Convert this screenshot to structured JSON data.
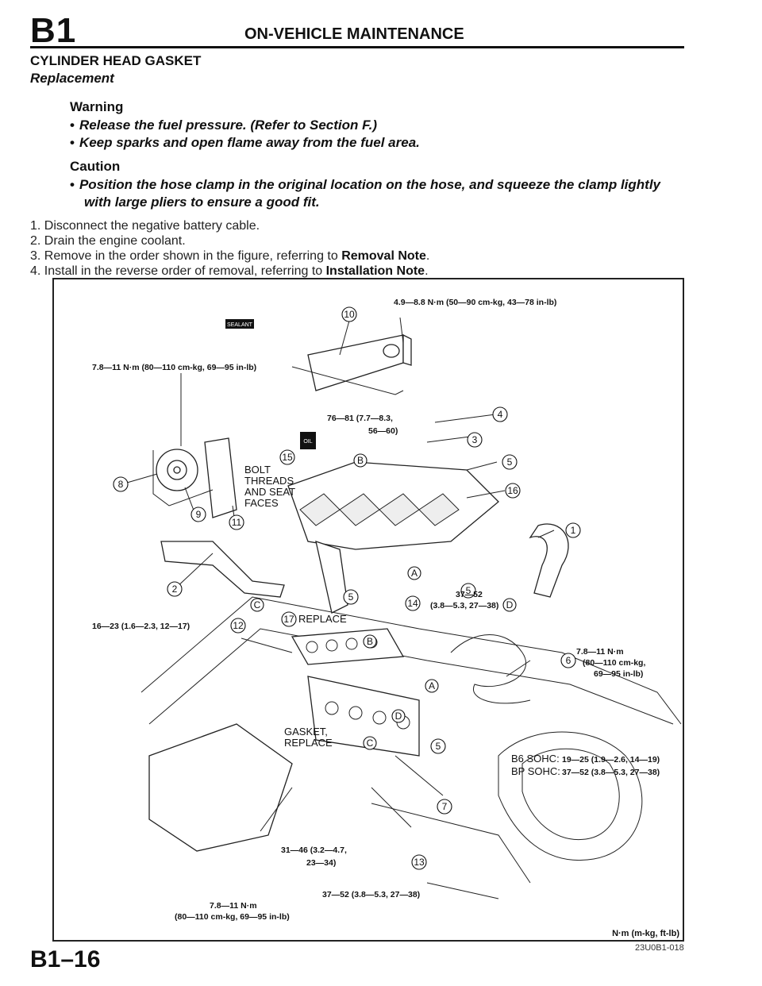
{
  "header": {
    "section_code": "B1",
    "section_title": "ON-VEHICLE MAINTENANCE"
  },
  "heading": "CYLINDER HEAD GASKET",
  "subheading": "Replacement",
  "warning": {
    "label": "Warning",
    "items": [
      "Release the fuel pressure. (Refer to Section F.)",
      "Keep sparks and open flame away from the fuel area."
    ]
  },
  "caution": {
    "label": "Caution",
    "line1": "Position the hose clamp in the original location on the hose, and squeeze the clamp lightly",
    "line2": "with large pliers to ensure a good fit."
  },
  "steps": [
    {
      "text": "1. Disconnect the negative battery cable.",
      "bold": ""
    },
    {
      "text": "2. Drain the engine coolant.",
      "bold": ""
    },
    {
      "text": "3. Remove in the order shown in the figure, referring to ",
      "bold": "Removal Note"
    },
    {
      "text": "4. Install in the reverse order of removal, referring to ",
      "bold": "Installation Note"
    }
  ],
  "figure": {
    "torque_top": "4.9—8.8 N·m (50—90 cm-kg, 43—78 in-lb)",
    "torque_left": "7.8—11 N·m (80—110 cm-kg, 69—95 in-lb)",
    "torque_76_a": "76—81 (7.7—8.3,",
    "torque_76_b": "56—60)",
    "torque_16": "16—23 (1.6—2.3, 12—17)",
    "torque_37_a": "37—52",
    "torque_37_b": "(3.8—5.3, 27—38)",
    "torque_right_a": "7.8—11 N·m",
    "torque_right_b": "(80—110 cm-kg,",
    "torque_right_c": "69—95 in-lb)",
    "b6_label": "B6 SOHC:",
    "b6_value": "19—25 (1.9—2.6, 14—19)",
    "bp_label": "BP SOHC:",
    "bp_value": "37—52 (3.8—5.3, 27—38)",
    "torque_31_a": "31—46 (3.2—4.7,",
    "torque_31_b": "23—34)",
    "torque_37_bottom": "37—52 (3.8—5.3, 27—38)",
    "torque_bottom_a": "7.8—11 N·m",
    "torque_bottom_b": "(80—110 cm-kg, 69—95 in-lb)",
    "bolt_1": "BOLT",
    "bolt_2": "THREADS",
    "bolt_3": "AND SEAT",
    "bolt_4": "FACES",
    "replace_17": "REPLACE",
    "gasket_1": "GASKET,",
    "gasket_2": "REPLACE",
    "sealant": "SEALANT",
    "oil": "OIL",
    "callouts": [
      "1",
      "2",
      "3",
      "4",
      "5",
      "6",
      "7",
      "8",
      "9",
      "10",
      "11",
      "12",
      "13",
      "14",
      "15",
      "16",
      "17"
    ],
    "letters": [
      "A",
      "B",
      "C",
      "D"
    ],
    "units": "N·m (m-kg, ft-lb)"
  },
  "figure_id": "23U0B1-018",
  "page_number": "B1–16"
}
